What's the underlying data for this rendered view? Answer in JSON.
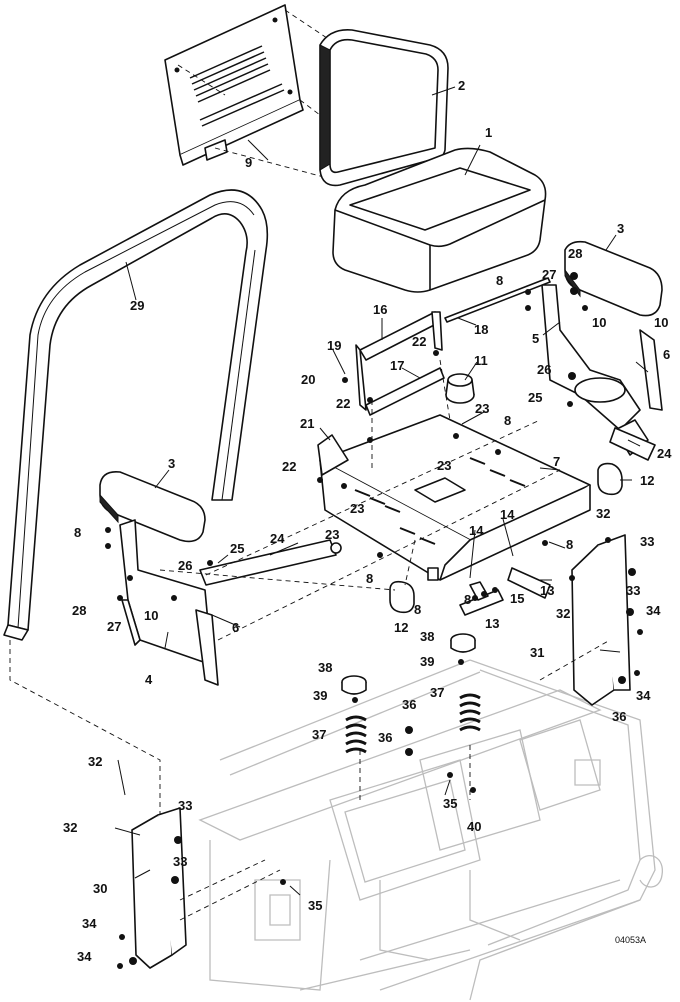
{
  "diagram": {
    "drawing_number": "04053A",
    "callouts": [
      {
        "id": "c1",
        "label": "1"
      },
      {
        "id": "c2",
        "label": "2"
      },
      {
        "id": "c3a",
        "label": "3"
      },
      {
        "id": "c3b",
        "label": "3"
      },
      {
        "id": "c4",
        "label": "4"
      },
      {
        "id": "c5",
        "label": "5"
      },
      {
        "id": "c6a",
        "label": "6"
      },
      {
        "id": "c6b",
        "label": "6"
      },
      {
        "id": "c7",
        "label": "7"
      },
      {
        "id": "c8a",
        "label": "8"
      },
      {
        "id": "c8b",
        "label": "8"
      },
      {
        "id": "c8c",
        "label": "8"
      },
      {
        "id": "c8d",
        "label": "8"
      },
      {
        "id": "c8e",
        "label": "8"
      },
      {
        "id": "c8f",
        "label": "8"
      },
      {
        "id": "c8g",
        "label": "8"
      },
      {
        "id": "c9",
        "label": "9"
      },
      {
        "id": "c10a",
        "label": "10"
      },
      {
        "id": "c10b",
        "label": "10"
      },
      {
        "id": "c10c",
        "label": "10"
      },
      {
        "id": "c11",
        "label": "11"
      },
      {
        "id": "c12a",
        "label": "12"
      },
      {
        "id": "c12b",
        "label": "12"
      },
      {
        "id": "c13a",
        "label": "13"
      },
      {
        "id": "c13b",
        "label": "13"
      },
      {
        "id": "c14a",
        "label": "14"
      },
      {
        "id": "c14b",
        "label": "14"
      },
      {
        "id": "c15",
        "label": "15"
      },
      {
        "id": "c16",
        "label": "16"
      },
      {
        "id": "c17",
        "label": "17"
      },
      {
        "id": "c18",
        "label": "18"
      },
      {
        "id": "c19",
        "label": "19"
      },
      {
        "id": "c20",
        "label": "20"
      },
      {
        "id": "c21",
        "label": "21"
      },
      {
        "id": "c22a",
        "label": "22"
      },
      {
        "id": "c22b",
        "label": "22"
      },
      {
        "id": "c22c",
        "label": "22"
      },
      {
        "id": "c23a",
        "label": "23"
      },
      {
        "id": "c23b",
        "label": "23"
      },
      {
        "id": "c23c",
        "label": "23"
      },
      {
        "id": "c23d",
        "label": "23"
      },
      {
        "id": "c23e",
        "label": "23"
      },
      {
        "id": "c24a",
        "label": "24"
      },
      {
        "id": "c24b",
        "label": "24"
      },
      {
        "id": "c25a",
        "label": "25"
      },
      {
        "id": "c25b",
        "label": "25"
      },
      {
        "id": "c26a",
        "label": "26"
      },
      {
        "id": "c26b",
        "label": "26"
      },
      {
        "id": "c27a",
        "label": "27"
      },
      {
        "id": "c27b",
        "label": "27"
      },
      {
        "id": "c28a",
        "label": "28"
      },
      {
        "id": "c28b",
        "label": "28"
      },
      {
        "id": "c29",
        "label": "29"
      },
      {
        "id": "c30",
        "label": "30"
      },
      {
        "id": "c31",
        "label": "31"
      },
      {
        "id": "c32a",
        "label": "32"
      },
      {
        "id": "c32b",
        "label": "32"
      },
      {
        "id": "c32c",
        "label": "32"
      },
      {
        "id": "c32d",
        "label": "32"
      },
      {
        "id": "c33a",
        "label": "33"
      },
      {
        "id": "c33b",
        "label": "33"
      },
      {
        "id": "c33c",
        "label": "33"
      },
      {
        "id": "c33d",
        "label": "33"
      },
      {
        "id": "c34a",
        "label": "34"
      },
      {
        "id": "c34b",
        "label": "34"
      },
      {
        "id": "c34c",
        "label": "34"
      },
      {
        "id": "c34d",
        "label": "34"
      },
      {
        "id": "c35a",
        "label": "35"
      },
      {
        "id": "c35b",
        "label": "35"
      },
      {
        "id": "c36a",
        "label": "36"
      },
      {
        "id": "c36b",
        "label": "36"
      },
      {
        "id": "c36c",
        "label": "36"
      },
      {
        "id": "c37a",
        "label": "37"
      },
      {
        "id": "c37b",
        "label": "37"
      },
      {
        "id": "c38a",
        "label": "38"
      },
      {
        "id": "c38b",
        "label": "38"
      },
      {
        "id": "c39a",
        "label": "39"
      },
      {
        "id": "c39b",
        "label": "39"
      },
      {
        "id": "c40",
        "label": "40"
      }
    ]
  }
}
